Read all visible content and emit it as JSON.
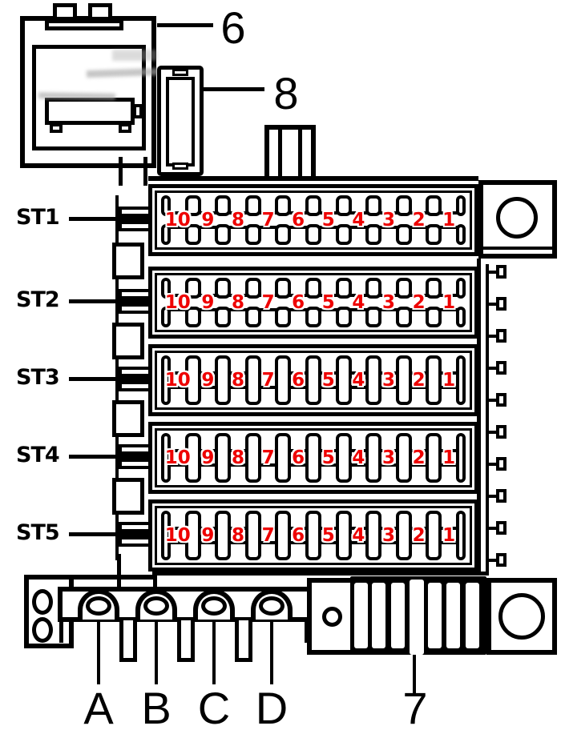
{
  "callouts": {
    "relay": "6",
    "fuse_cartridge": "8",
    "connector": "7"
  },
  "fuse_rows": [
    {
      "label": "ST1",
      "slot_style": "split",
      "fuse_numbers": [
        "10",
        "9",
        "8",
        "7",
        "6",
        "5",
        "4",
        "3",
        "2",
        "1"
      ]
    },
    {
      "label": "ST2",
      "slot_style": "split",
      "fuse_numbers": [
        "10",
        "9",
        "8",
        "7",
        "6",
        "5",
        "4",
        "3",
        "2",
        "1"
      ]
    },
    {
      "label": "ST3",
      "slot_style": "full",
      "fuse_numbers": [
        "10",
        "9",
        "8",
        "7",
        "6",
        "5",
        "4",
        "3",
        "2",
        "1"
      ]
    },
    {
      "label": "ST4",
      "slot_style": "full",
      "fuse_numbers": [
        "10",
        "9",
        "8",
        "7",
        "6",
        "5",
        "4",
        "3",
        "2",
        "1"
      ]
    },
    {
      "label": "ST5",
      "slot_style": "full",
      "fuse_numbers": [
        "10",
        "9",
        "8",
        "7",
        "6",
        "5",
        "4",
        "3",
        "2",
        "1"
      ]
    }
  ],
  "terminals": {
    "labels": [
      "A",
      "B",
      "C",
      "D"
    ]
  },
  "colors": {
    "line": "#000000",
    "background": "#ffffff",
    "fuse_number_red": "#ee0000",
    "artifact_gray": "#a8a8a8"
  }
}
